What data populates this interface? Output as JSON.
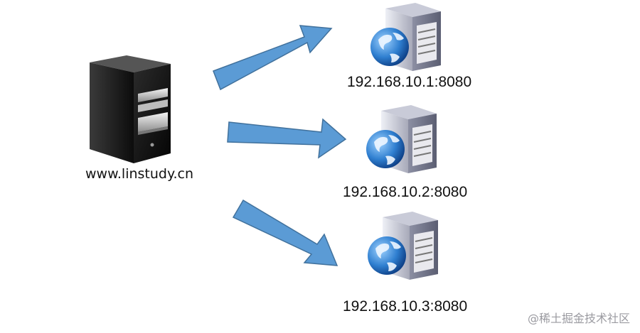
{
  "client": {
    "label": "www.linstudy.cn"
  },
  "servers": [
    {
      "label": "192.168.10.1:8080"
    },
    {
      "label": "192.168.10.2:8080"
    },
    {
      "label": "192.168.10.3:8080"
    }
  ],
  "watermark": "@稀土掘金技术社区",
  "colors": {
    "arrow": "#5b9bd5",
    "arrow_stroke": "#41719c",
    "client_tower": "#1a1a1a",
    "server_body": "#d9d9e6",
    "globe": "#2f7fd0"
  },
  "icons": {
    "client": "tower-computer-icon",
    "server": "web-server-globe-icon"
  }
}
